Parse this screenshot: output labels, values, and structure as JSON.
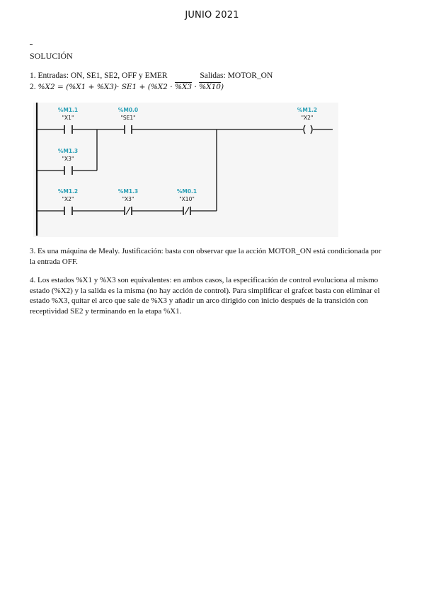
{
  "title": "JUNIO 2021",
  "heading": "SOLUCIÓN",
  "item1": {
    "prefix": "1.  Entradas:",
    "inputs": "ON, SE1, SE2, OFF y EMER",
    "outputs": "Salidas: MOTOR_ON"
  },
  "item2": {
    "number": "2.",
    "p1": "%X2 = (%X1 + %X3)· SE1 + (%X2 · ",
    "n1": "%X3",
    "mid": " · ",
    "n2": "%X10",
    "p2": ")"
  },
  "ladder": {
    "contacts": [
      {
        "address": "%M1.1",
        "name": "\"X1\"",
        "type": "NO"
      },
      {
        "address": "%M0.0",
        "name": "\"SE1\"",
        "type": "NO"
      },
      {
        "address": "%M1.3",
        "name": "\"X3\"",
        "type": "NO"
      },
      {
        "address": "%M1.2",
        "name": "\"X2\"",
        "type": "NO"
      },
      {
        "address": "%M1.3",
        "name": "\"X3\"",
        "type": "NC"
      },
      {
        "address": "%M0.1",
        "name": "\"X10\"",
        "type": "NC"
      }
    ],
    "coil": {
      "address": "%M1.2",
      "name": "\"X2\""
    }
  },
  "item3": "3. Es una máquina de Mealy. Justificación: basta con observar que la acción MOTOR_ON está condicionada por la entrada OFF.",
  "item4": "4. Los estados %X1 y %X3 son equivalentes: en ambos casos, la especificación de control evoluciona al mismo estado (%X2) y la salida es la misma (no hay acción de control). Para simplificar el grafcet basta con eliminar el estado %X3, quitar el arco que sale de %X3 y añadir un arco dirigido con inicio después de la transición con receptividad SE2 y terminando en la etapa %X1."
}
